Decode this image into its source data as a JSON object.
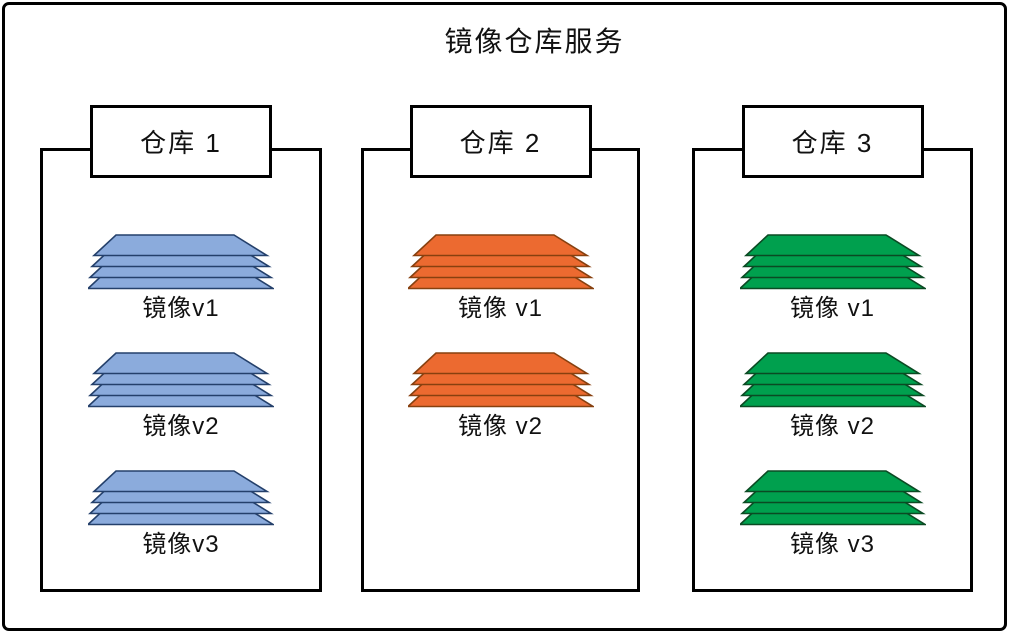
{
  "title": "镜像仓库服务",
  "colors": {
    "blue": {
      "fill": "#8BABDC",
      "stroke": "#24406B"
    },
    "orange": {
      "fill": "#EC6A30",
      "stroke": "#87400F"
    },
    "green": {
      "fill": "#00A04E",
      "stroke": "#0B4A23"
    },
    "outline": "#000000",
    "background": "#FFFFFF"
  },
  "stack_layers_per_image": 4,
  "repositories": [
    {
      "label": "仓库 1",
      "color": "blue",
      "images": [
        {
          "label": "镜像v1"
        },
        {
          "label": "镜像v2"
        },
        {
          "label": "镜像v3"
        }
      ]
    },
    {
      "label": "仓库 2",
      "color": "orange",
      "images": [
        {
          "label": "镜像 v1"
        },
        {
          "label": "镜像 v2"
        }
      ]
    },
    {
      "label": "仓库 3",
      "color": "green",
      "images": [
        {
          "label": "镜像 v1"
        },
        {
          "label": "镜像 v2"
        },
        {
          "label": "镜像 v3"
        }
      ]
    }
  ]
}
